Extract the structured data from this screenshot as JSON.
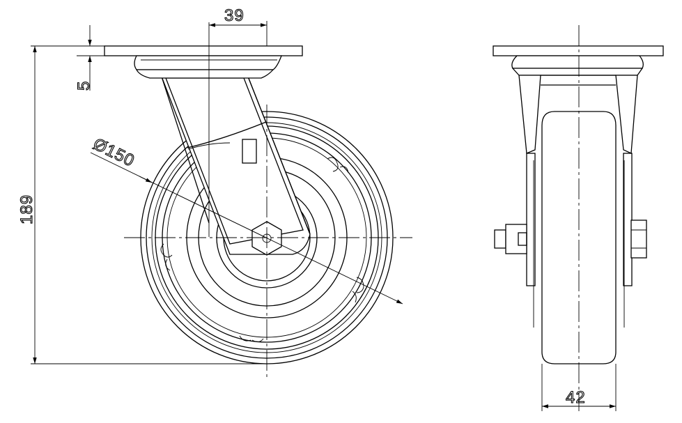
{
  "dimensions": {
    "offset_width": "39",
    "plate_thickness": "5",
    "total_height": "189",
    "wheel_diameter": "Ø150",
    "wheel_width": "42"
  }
}
